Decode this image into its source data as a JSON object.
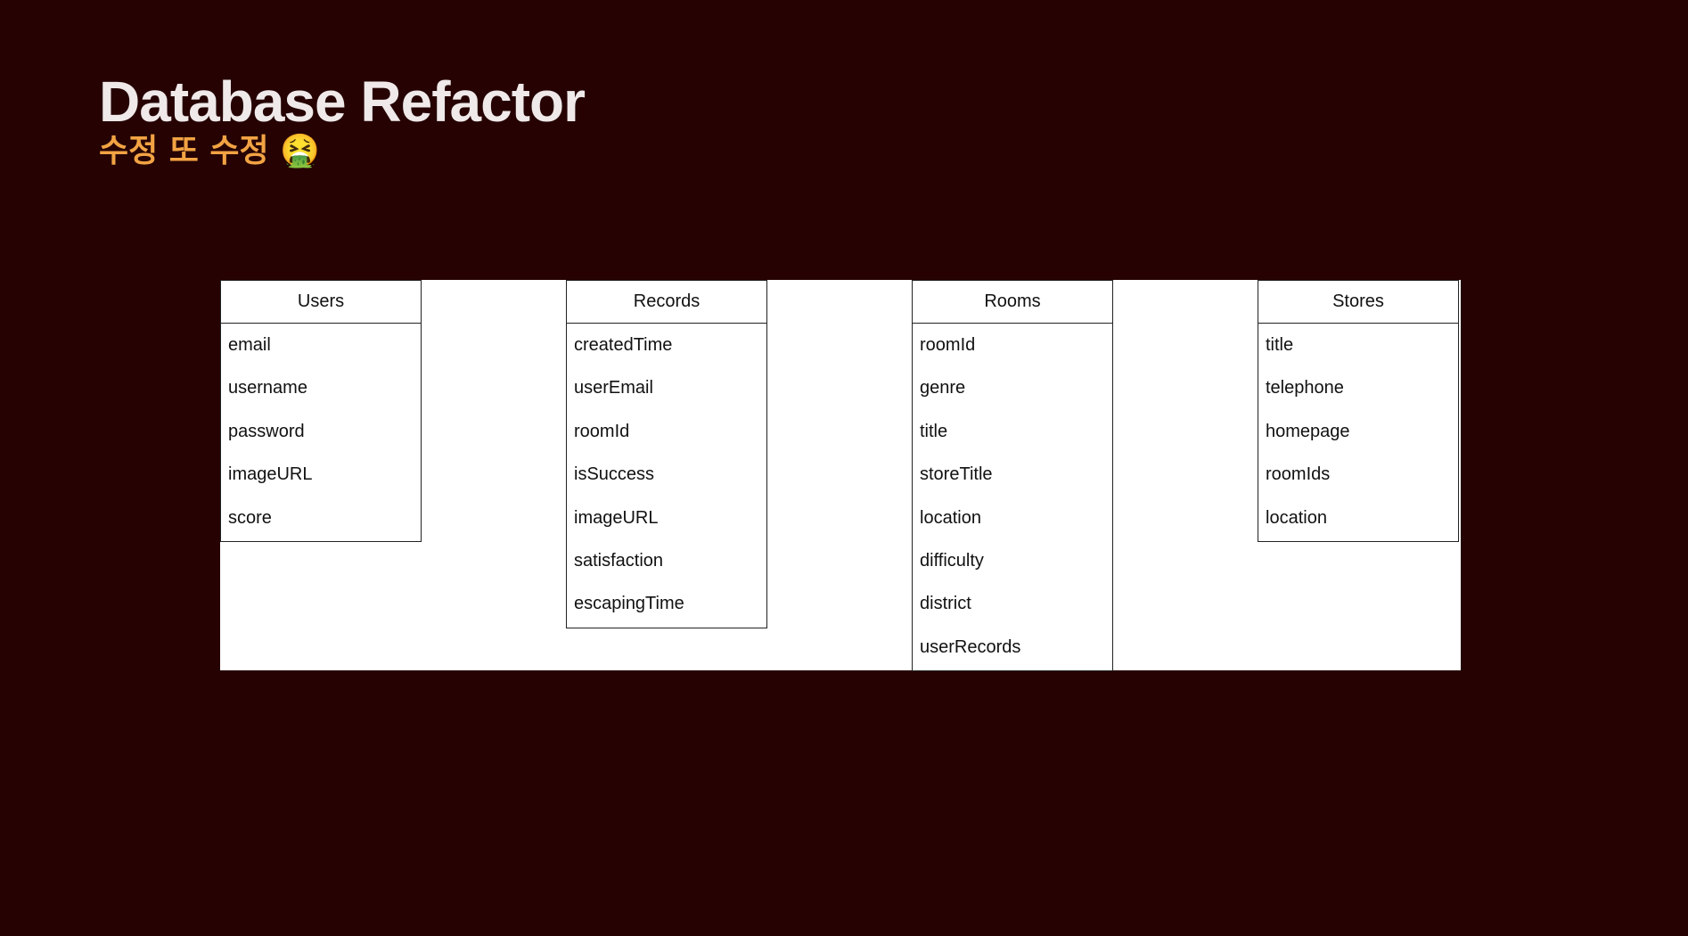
{
  "slide": {
    "title": "Database Refactor",
    "subtitle": "수정 또 수정 🤮"
  },
  "diagram": {
    "entities": [
      {
        "name": "Users",
        "fields": [
          "email",
          "username",
          "password",
          "imageURL",
          "score"
        ]
      },
      {
        "name": "Records",
        "fields": [
          "createdTime",
          "userEmail",
          "roomId",
          "isSuccess",
          "imageURL",
          "satisfaction",
          "escapingTime"
        ]
      },
      {
        "name": "Rooms",
        "fields": [
          "roomId",
          "genre",
          "title",
          "storeTitle",
          "location",
          "difficulty",
          "district",
          "userRecords"
        ]
      },
      {
        "name": "Stores",
        "fields": [
          "title",
          "telephone",
          "homepage",
          "roomIds",
          "location"
        ]
      }
    ]
  },
  "colors": {
    "background": "#260203",
    "title": "#efe9e9",
    "subtitle": "#f2a343"
  }
}
